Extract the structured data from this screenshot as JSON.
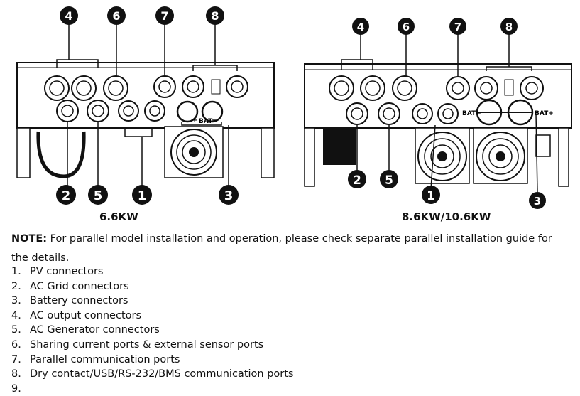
{
  "callouts": [
    "1",
    "2",
    "3",
    "4",
    "5",
    "6",
    "7",
    "8"
  ],
  "figures": {
    "left": {
      "caption": "6.6KW",
      "bat_label": "BAT",
      "plus": "+",
      "minus": "−"
    },
    "right": {
      "caption": "8.6KW/10.6KW",
      "bat_minus": "BAT−",
      "bat_plus": "BAT+"
    }
  },
  "note": {
    "label": "NOTE:",
    "text": " For parallel model installation and operation, please check separate parallel installation guide for the details."
  },
  "ports": [
    {
      "num": "1.",
      "label": "PV connectors"
    },
    {
      "num": "2.",
      "label": "AC Grid connectors"
    },
    {
      "num": "3.",
      "label": "Battery connectors"
    },
    {
      "num": "4.",
      "label": "AC output connectors"
    },
    {
      "num": "5.",
      "label": "AC Generator connectors"
    },
    {
      "num": "6.",
      "label": "Sharing current ports & external sensor ports"
    },
    {
      "num": "7.",
      "label": "Parallel communication ports"
    },
    {
      "num": "8.",
      "label": "Dry contact/USB/RS-232/BMS communication ports"
    },
    {
      "num": "9.",
      "label": ""
    }
  ]
}
